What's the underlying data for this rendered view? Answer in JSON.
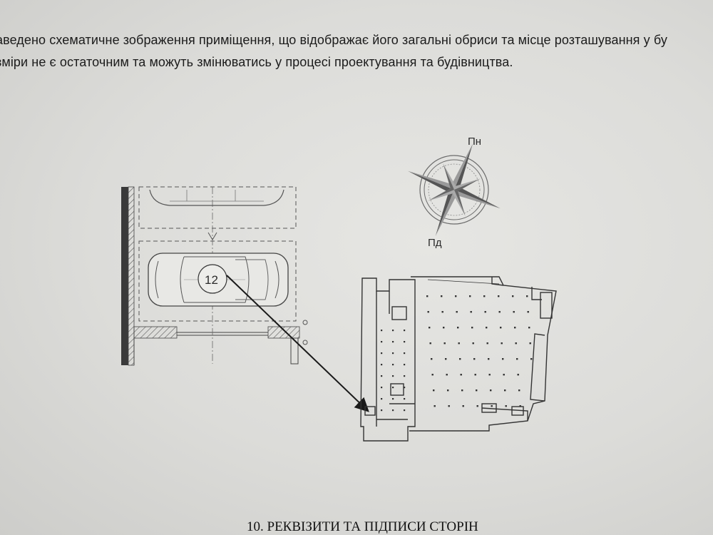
{
  "document": {
    "body_lines": [
      "аведено схематичне зображення приміщення, що відображає його загальні обриси та місце розташування у бу",
      "зміри не є остаточним та можуть змінюватись у процесі проектування та будівництва."
    ],
    "section_heading": "10. РЕКВІЗИТИ ТА ПІДПИСИ СТОРІН"
  },
  "compass": {
    "north_label": "Пн",
    "south_label": "Пд"
  },
  "parking_detail": {
    "space_number": "12"
  }
}
